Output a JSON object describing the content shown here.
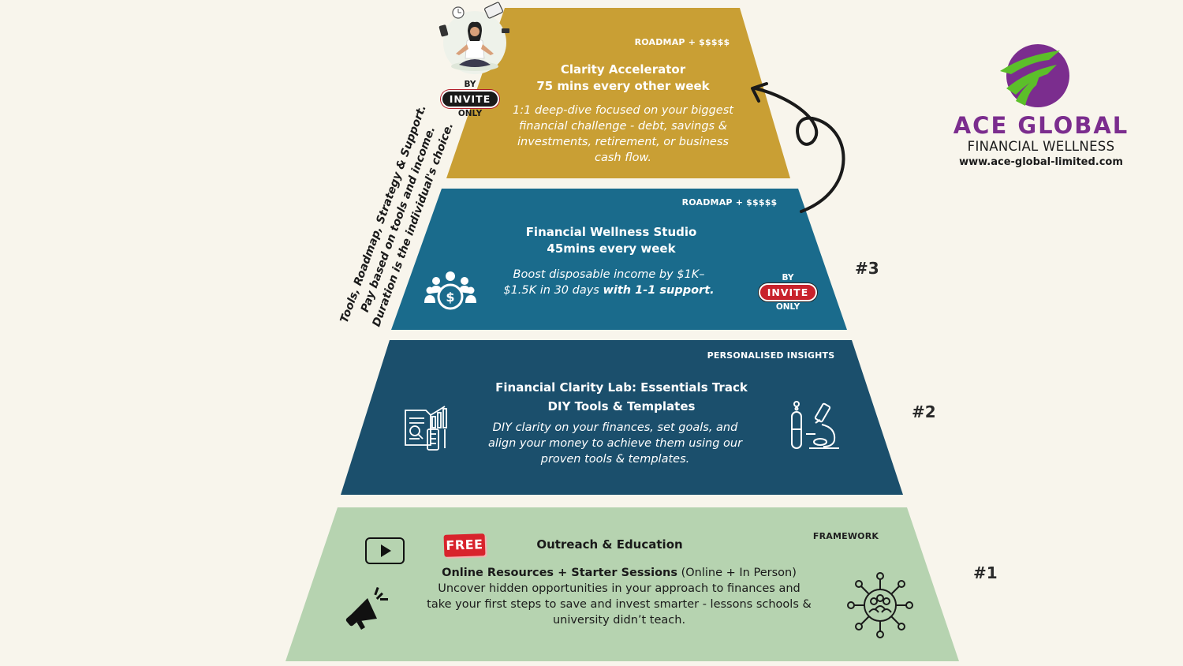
{
  "tiers": {
    "top": {
      "tag": "ROADMAP + $$$$$",
      "title_line1": "Clarity Accelerator",
      "title_line2": "75 mins every other week",
      "desc_line1": "1:1 deep-dive focused on your biggest",
      "desc_line2": "financial challenge - debt, savings &",
      "desc_line3": "investments, retirement, or business",
      "desc_line4": "cash flow.",
      "color": "#c99f34"
    },
    "tier3": {
      "tag": "ROADMAP + $$$$$",
      "title_line1": "Financial Wellness Studio",
      "title_line2": "45mins every week",
      "desc_line1": "Boost disposable income by $1K–",
      "desc_line2a": "$1.5K  in 30 days ",
      "desc_line2b": "with 1-1 support.",
      "number": "#3",
      "color": "#1a6b8c"
    },
    "tier2": {
      "tag": "PERSONALISED INSIGHTS",
      "title_line1": "Financial Clarity Lab: Essentials Track",
      "title_line2": "DIY Tools & Templates",
      "desc_line1": "DIY clarity on your finances, set goals, and",
      "desc_line2": "align your money to achieve them using our",
      "desc_line3": "proven tools & templates.",
      "number": "#2",
      "color": "#1b4f6c"
    },
    "tier1": {
      "tag": "FRAMEWORK",
      "free": "FREE",
      "title": "Outreach & Education",
      "sub_bold": "Online Resources + Starter Sessions",
      "sub_plain": " (Online  + In Person)",
      "desc_line1": "Uncover hidden opportunities in your approach to finances and",
      "desc_line2": "take your first steps to save and invest smarter - lessons schools &",
      "desc_line3": "university didn’t teach.",
      "number": "#1",
      "color": "#b6d3b0"
    }
  },
  "invite": {
    "by": "BY",
    "label": "INVITE",
    "only": "ONLY"
  },
  "side_text": {
    "line1": "Tools, Roadmap, Strategy & Support.",
    "line2": "Pay based on tools and income.",
    "line3": "Duration is the individual's choice."
  },
  "logo": {
    "name": "ACE GLOBAL",
    "subtitle": "FINANCIAL WELLNESS",
    "url": "www.ace-global-limited.com",
    "purple": "#7b2d8e",
    "green": "#5cbf2a"
  },
  "icons": [
    "meditation-illustration",
    "money-people-icon",
    "finance-report-icon",
    "lab-microscope-icon",
    "play-icon",
    "megaphone-icon",
    "network-people-icon",
    "curved-arrow"
  ]
}
